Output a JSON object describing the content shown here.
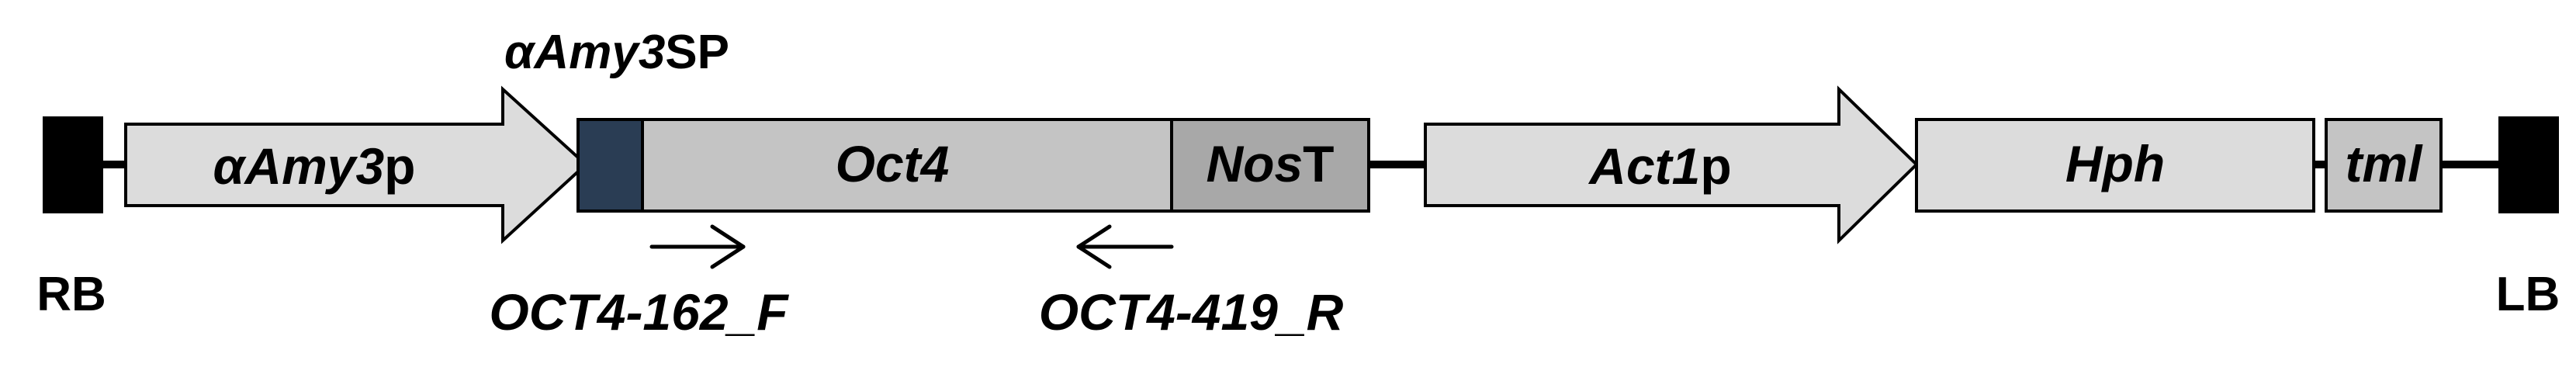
{
  "construct": {
    "ends": {
      "right_border": "RB",
      "left_border": "LB"
    },
    "elements": [
      {
        "id": "amy3-promoter",
        "parts": [
          {
            "text": "αAmy3",
            "italic": true
          },
          {
            "text": "p",
            "italic": false
          }
        ],
        "shape": "arrow",
        "fill": "#dcdcdc"
      },
      {
        "id": "amy3-signal-peptide",
        "parts": [
          {
            "text": "αAmy3",
            "italic": true
          },
          {
            "text": "SP",
            "italic": false
          }
        ],
        "shape": "box",
        "fill": "#2a3d54"
      },
      {
        "id": "oct4",
        "parts": [
          {
            "text": "Oct4",
            "italic": true
          }
        ],
        "shape": "box",
        "fill": "#c4c4c4"
      },
      {
        "id": "nos-terminator",
        "parts": [
          {
            "text": "Nos",
            "italic": true
          },
          {
            "text": "T",
            "italic": false
          }
        ],
        "shape": "box",
        "fill": "#a8a8a8"
      },
      {
        "id": "act1-promoter",
        "parts": [
          {
            "text": "Act1",
            "italic": true
          },
          {
            "text": "p",
            "italic": false
          }
        ],
        "shape": "arrow",
        "fill": "#dcdcdc"
      },
      {
        "id": "hph",
        "parts": [
          {
            "text": "Hph",
            "italic": true
          }
        ],
        "shape": "box",
        "fill": "#dcdcdc"
      },
      {
        "id": "tml",
        "parts": [
          {
            "text": "tml",
            "italic": true
          }
        ],
        "shape": "box",
        "fill": "#c4c4c4"
      }
    ],
    "primers": [
      {
        "id": "forward-primer",
        "label": "OCT4-162_F",
        "direction": "right"
      },
      {
        "id": "reverse-primer",
        "label": "OCT4-419_R",
        "direction": "left"
      }
    ]
  }
}
